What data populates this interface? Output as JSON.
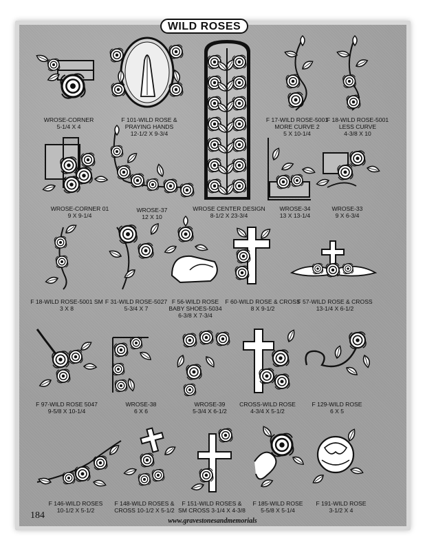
{
  "page": {
    "title": "WILD ROSES",
    "page_number": "184",
    "website": "www.gravestonesandmemorials"
  },
  "designs": [
    {
      "id": "wrose-corner",
      "lines": [
        "WROSE-CORNER",
        "5-1/4 X 4"
      ]
    },
    {
      "id": "f101",
      "lines": [
        "F 101-WILD ROSE &",
        "PRAYING HANDS",
        "12-1/2 X 9-3/4"
      ]
    },
    {
      "id": "f17",
      "lines": [
        "F 17-WILD ROSE-5001",
        "MORE CURVE 2",
        "5 X 10-1/4"
      ]
    },
    {
      "id": "f18",
      "lines": [
        "F 18-WILD ROSE-5001",
        "LESS CURVE",
        "4-3/8 X 10"
      ]
    },
    {
      "id": "wrose-corner-01",
      "lines": [
        "WROSE-CORNER 01",
        "9 X 9-1/4"
      ]
    },
    {
      "id": "wrose-37",
      "lines": [
        "WROSE-37",
        "12 X 10"
      ]
    },
    {
      "id": "wrose-center",
      "lines": [
        "WROSE CENTER DESIGN",
        "8-1/2 X 23-3/4"
      ]
    },
    {
      "id": "wrose-34",
      "lines": [
        "WROSE-34",
        "13 X 13-1/4"
      ]
    },
    {
      "id": "wrose-33",
      "lines": [
        "WROSE-33",
        "9 X 6-3/4"
      ]
    },
    {
      "id": "f18-sm",
      "lines": [
        "F 18-WILD ROSE-5001 SM",
        "3 X 8"
      ]
    },
    {
      "id": "f31",
      "lines": [
        "F 31-WILD ROSE-5027",
        "5-3/4 X 7"
      ]
    },
    {
      "id": "f56",
      "lines": [
        "F 56-WILD ROSE",
        "BABY SHOES-5034",
        "6-3/8 X 7-3/4"
      ]
    },
    {
      "id": "f60",
      "lines": [
        "F 60-WILD ROSE & CROSS",
        "8 X 9-1/2"
      ]
    },
    {
      "id": "f57",
      "lines": [
        "F 57-WILD ROSE & CROSS",
        "13-1/4 X 6-1/2"
      ]
    },
    {
      "id": "f97",
      "lines": [
        "F 97-WILD ROSE 5047",
        "9-5/8 X 10-1/4"
      ]
    },
    {
      "id": "wrose-38",
      "lines": [
        "WROSE-38",
        "6 X 6"
      ]
    },
    {
      "id": "wrose-39",
      "lines": [
        "WROSE-39",
        "5-3/4 X 6-1/2"
      ]
    },
    {
      "id": "cross-wild-rose",
      "lines": [
        "CROSS-WILD ROSE",
        "4-3/4 X 5-1/2"
      ]
    },
    {
      "id": "f129",
      "lines": [
        "F 129-WILD ROSE",
        "6 X 5"
      ]
    },
    {
      "id": "f146",
      "lines": [
        "F 146-WILD ROSES",
        "10-1/2 X 5-1/2"
      ]
    },
    {
      "id": "f148",
      "lines": [
        "F 148-WILD ROSES &",
        "CROSS 10-1/2 X 5-1/2"
      ]
    },
    {
      "id": "f151",
      "lines": [
        "F 151-WILD ROSES &",
        "SM CROSS 3-1/4 X 4-3/8"
      ]
    },
    {
      "id": "f185",
      "lines": [
        "F 185-WILD ROSE",
        "5-5/8 X 5-1/4"
      ]
    },
    {
      "id": "f191",
      "lines": [
        "F 191-WILD ROSE",
        "3-1/2 X 4"
      ]
    }
  ]
}
